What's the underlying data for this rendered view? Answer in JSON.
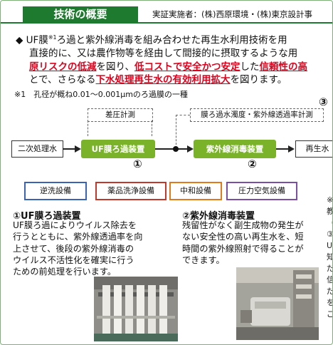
{
  "header": {
    "title": "技術の概要",
    "executor": "実証実施者：(株)西原環境・(株)東京設計事"
  },
  "summary": {
    "line1_a": "◆ UF膜",
    "line1_sup": "※1",
    "line1_b": "ろ過と紫外線消毒を組み合わせた再生水利用技術を用",
    "line2": "直接的に、又は農作物等を経由して間接的に摂取するような用",
    "line3_red1": "原リスクの低減",
    "line3_mid1": "を図り、",
    "line3_red2": "低コストで安全かつ安定",
    "line3_mid2": "した",
    "line3_red3": "信頼性の高",
    "line4_a": "とで、さらなる",
    "line4_red": "下水処理再生水の有効利用拡大",
    "line4_b": "を図ります。"
  },
  "footnote": "※1　孔径が概ね0.01〜0.001μmのろ過膜の一種",
  "flow": {
    "monitor_left": "差圧計測",
    "monitor_right": "膜ろ過水濁度・紫外線透過率計測",
    "start": "二次処理水",
    "uf": "UF膜ろ過装置",
    "uv": "紫外線消毒装置",
    "end": "再生水",
    "num1": "①",
    "num2": "②",
    "num3": "③"
  },
  "equipment": [
    {
      "label": "逆洗設備",
      "color": "#3b63b5"
    },
    {
      "label": "薬品洗浄設備",
      "color": "#c0392b"
    },
    {
      "label": "中和設備",
      "color": "#e07b1c"
    },
    {
      "label": "圧力空気設備",
      "color": "#7b4fa2"
    }
  ],
  "section1": {
    "title": "①UF膜ろ過装置",
    "lines": [
      "UF膜ろ過によりウイルス除去を",
      "行うとともに、紫外線透過率を向",
      "上させて、後段の紫外線消毒の",
      "ウイルス不活性化を確実に行う",
      "ための前処理を行います。"
    ]
  },
  "section2": {
    "title": "②紫外線消毒装置",
    "lines": [
      "残留性がなく副生成物の発生が",
      "ない安全性の高い再生水を、短",
      "時間の紫外線照射で得ることが",
      "できます。"
    ]
  },
  "side_fragments": [
    "※",
    "教",
    "（",
    "",
    "③",
    "U",
    "知",
    "だ",
    "信",
    "だ",
    "を",
    "ご"
  ]
}
